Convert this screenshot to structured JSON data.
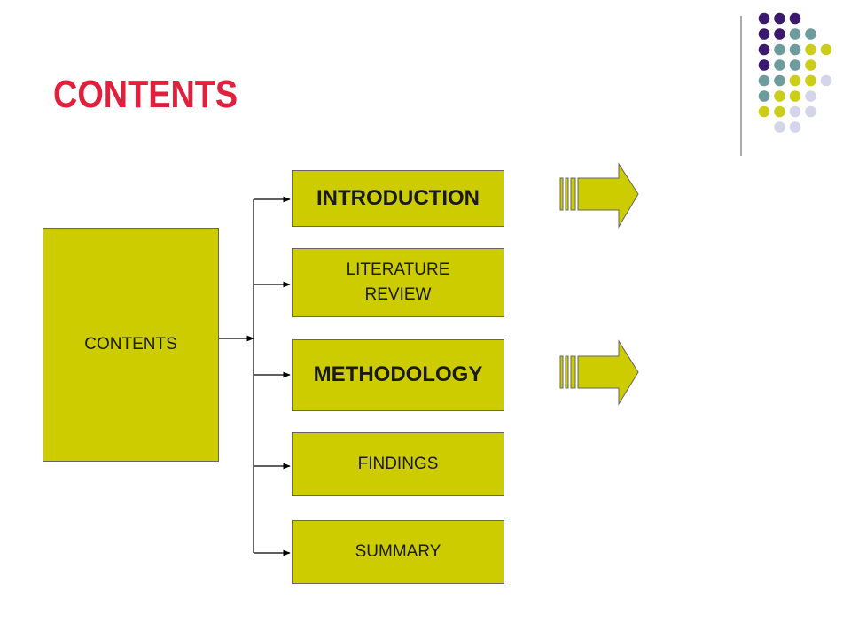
{
  "title": {
    "text": "CONTENTS",
    "color": "#e0203c"
  },
  "colors": {
    "box_fill": "#cccc00",
    "purple": "#3b1a6e",
    "teal": "#6e9b9b",
    "olive": "#cccc1a",
    "lavender": "#d4d4ea"
  },
  "source_box": {
    "label": "CONTENTS"
  },
  "sections": [
    {
      "label": "INTRODUCTION",
      "emphasis": true,
      "has_arrow": true
    },
    {
      "label": "LITERATURE\nREVIEW",
      "emphasis": false,
      "has_arrow": false
    },
    {
      "label": "METHODOLOGY",
      "emphasis": true,
      "has_arrow": true
    },
    {
      "label": "FINDINGS",
      "emphasis": false,
      "has_arrow": false
    },
    {
      "label": "SUMMARY",
      "emphasis": false,
      "has_arrow": false
    }
  ],
  "decoration": {
    "dot_grid": [
      [
        "purple",
        "purple",
        "purple",
        null,
        null
      ],
      [
        "purple",
        "purple",
        "teal",
        "teal",
        null
      ],
      [
        "purple",
        "teal",
        "teal",
        "olive",
        "olive"
      ],
      [
        "purple",
        "teal",
        "teal",
        "olive",
        null
      ],
      [
        "teal",
        "teal",
        "olive",
        "olive",
        "lavender"
      ],
      [
        "teal",
        "olive",
        "olive",
        "lavender",
        null
      ],
      [
        "olive",
        "olive",
        "lavender",
        "lavender",
        null
      ],
      [
        "lavender",
        "lavender",
        null,
        null,
        null
      ]
    ]
  }
}
